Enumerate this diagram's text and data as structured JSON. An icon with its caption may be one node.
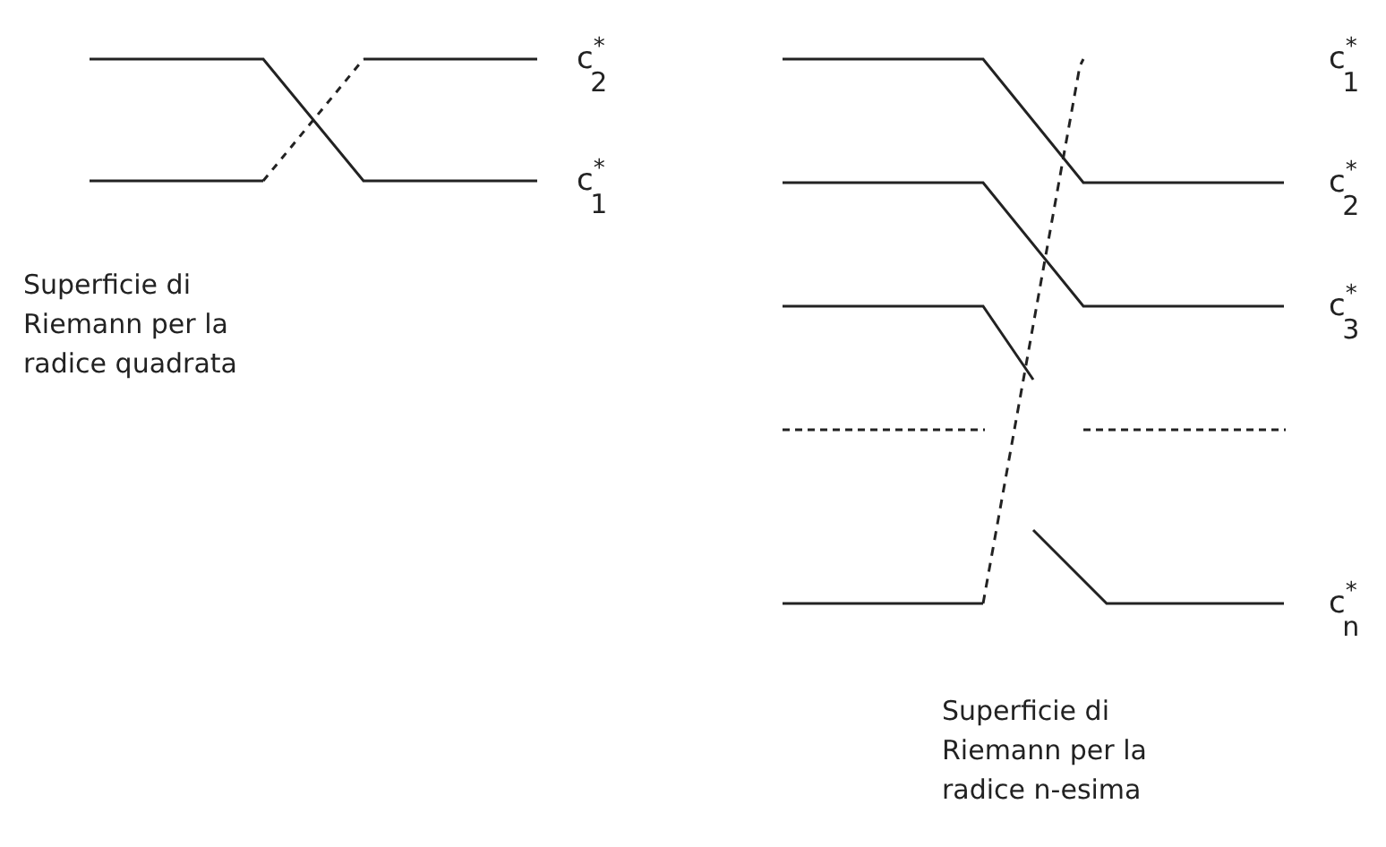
{
  "diagram": {
    "labels": [
      "c$^{*}$$_{2}$",
      "c$^{*}$$_{1}$",
      "Superficie di Riemann per la radice quadrata",
      "c$^{*}$$_{1}$",
      "c$^{*}$$_{2}$",
      "c$^{*}$$_{3}$",
      "c$^{*}$$_{n}$",
      "Superficie di Riemann per la radice n-esima"
    ]
  }
}
